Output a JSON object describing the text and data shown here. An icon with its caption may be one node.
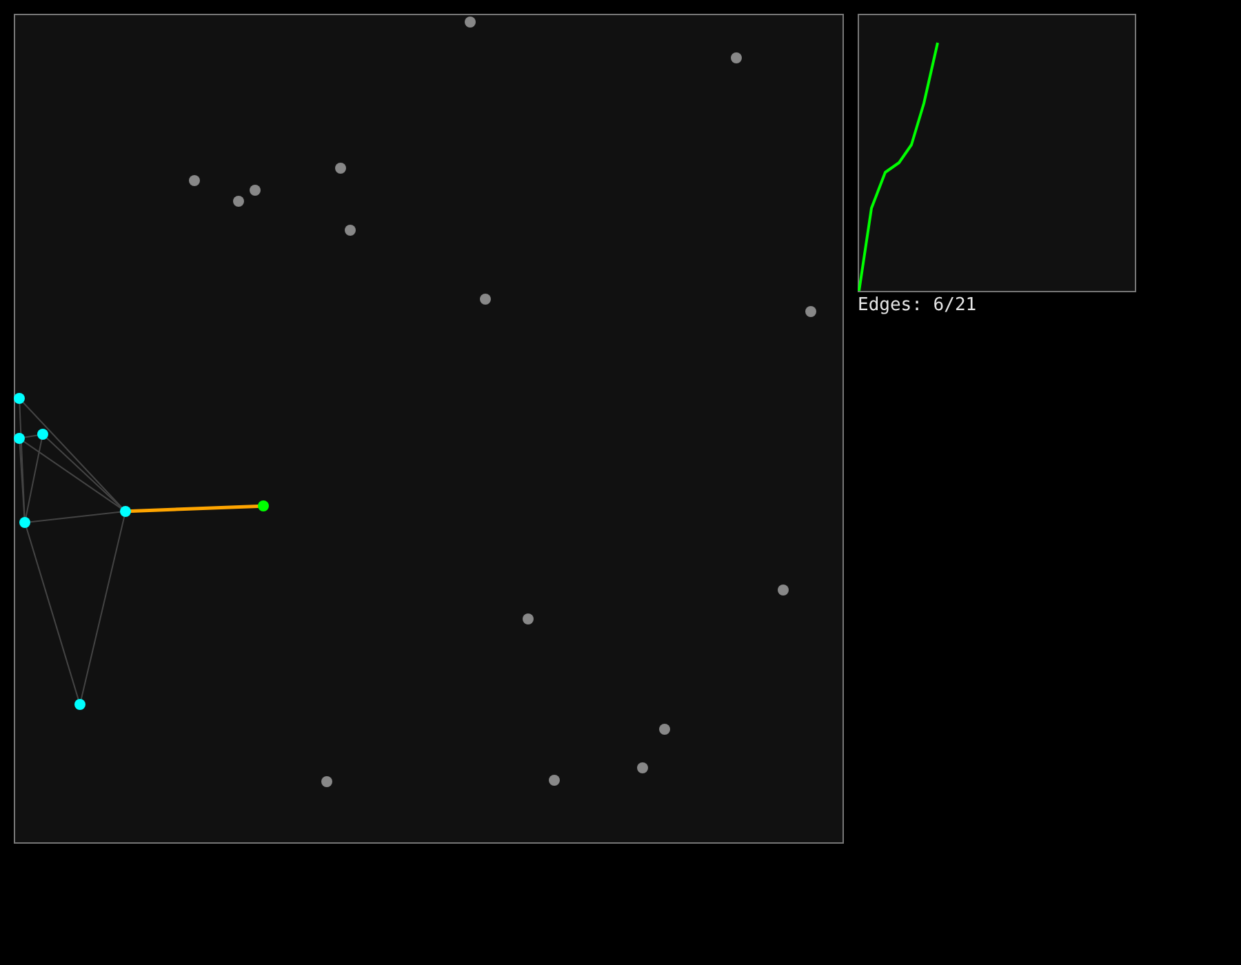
{
  "diagram": {
    "nodes": [
      {
        "text": [],
        "shape": "circle"
      },
      {
        "text": [],
        "shape": "circle"
      },
      {
        "text": [],
        "shape": "circle"
      },
      {
        "text": [],
        "shape": "circle"
      },
      {
        "text": [],
        "shape": "circle"
      },
      {
        "text": [],
        "shape": "circle"
      },
      {
        "text": [],
        "shape": "circle"
      },
      {
        "text": [],
        "shape": "circle"
      },
      {
        "text": [],
        "shape": "circle"
      },
      {
        "text": [],
        "shape": "circle"
      },
      {
        "text": [],
        "shape": "circle"
      },
      {
        "text": [],
        "shape": "circle"
      },
      {
        "text": [],
        "shape": "circle"
      },
      {
        "text": [],
        "shape": "circle"
      },
      {
        "text": [],
        "shape": "circle"
      },
      {
        "text": [],
        "shape": "circle"
      },
      {
        "text": [],
        "shape": "circle"
      },
      {
        "text": [],
        "shape": "circle"
      },
      {
        "text": [],
        "shape": "circle"
      },
      {
        "text": [],
        "shape": "circle"
      },
      {
        "text": [],
        "shape": "circle"
      },
      {
        "text": [],
        "shape": "circle"
      }
    ],
    "edges": [
      {
        "from": 9,
        "to": 14,
        "arrow": "none"
      },
      {
        "from": 11,
        "to": 14,
        "arrow": "none"
      },
      {
        "from": 9,
        "to": 13,
        "arrow": "none"
      },
      {
        "from": 10,
        "to": 13,
        "arrow": "none"
      },
      {
        "from": 11,
        "to": 10,
        "arrow": "none"
      },
      {
        "from": 11,
        "to": 13,
        "arrow": "none"
      },
      {
        "from": 10,
        "to": 14,
        "arrow": "none"
      },
      {
        "from": 14,
        "to": 13,
        "arrow": "none"
      },
      {
        "from": 14,
        "to": 17,
        "arrow": "none"
      },
      {
        "from": 13,
        "to": 17,
        "arrow": "none"
      },
      {
        "from": 13,
        "to": 12,
        "arrow": "none",
        "style": "thick",
        "color": "#ffa500"
      }
    ],
    "labels": [
      "Edges: 6/21"
    ]
  }
}
